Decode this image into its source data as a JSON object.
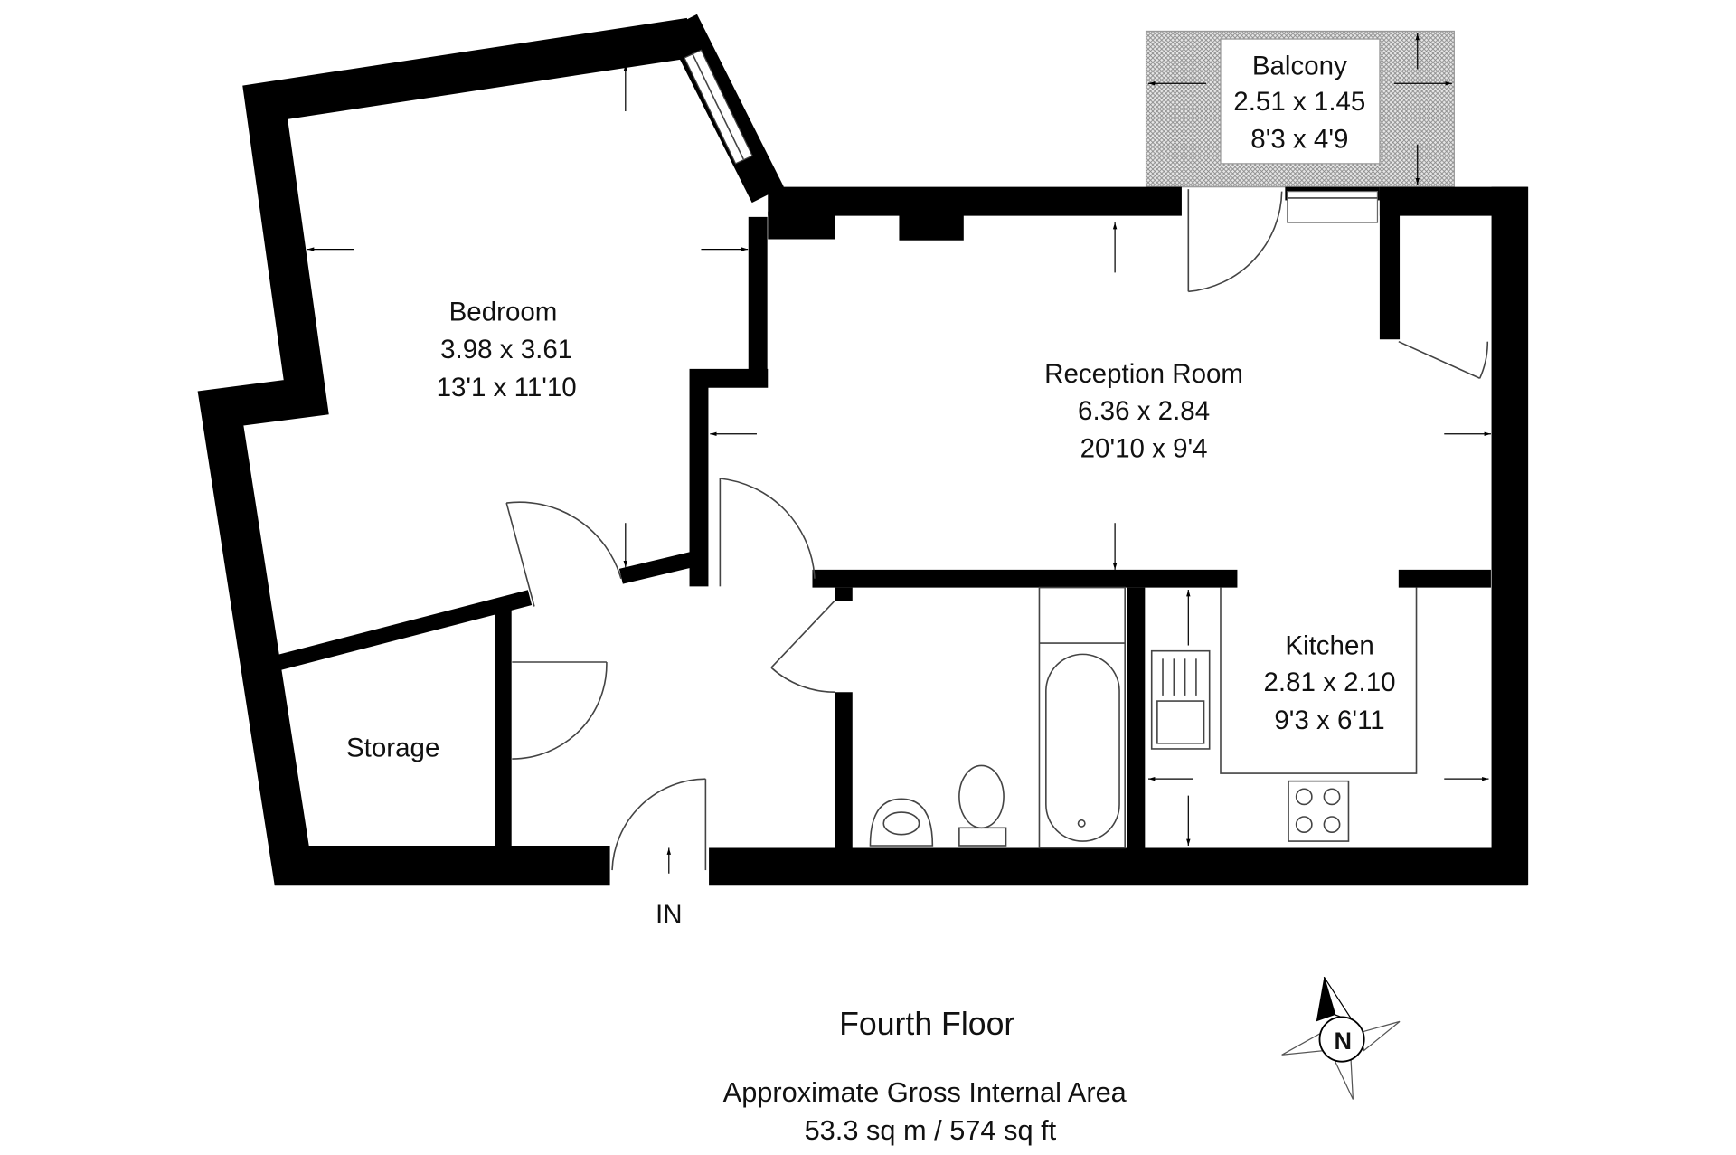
{
  "rooms": {
    "bedroom": {
      "name": "Bedroom",
      "metric": "3.98 x 3.61",
      "imperial": "13'1 x 11'10"
    },
    "reception": {
      "name": "Reception Room",
      "metric": "6.36 x 2.84",
      "imperial": "20'10 x 9'4"
    },
    "balcony": {
      "name": "Balcony",
      "metric": "2.51 x 1.45",
      "imperial": "8'3 x 4'9"
    },
    "kitchen": {
      "name": "Kitchen",
      "metric": "2.81 x 2.10",
      "imperial": "9'3 x 6'11"
    },
    "storage": {
      "name": "Storage"
    }
  },
  "entrance_label": "IN",
  "floor_title": "Fourth Floor",
  "area": {
    "label": "Approximate Gross Internal Area",
    "value": "53.3 sq m / 574 sq ft"
  },
  "compass": {
    "letter": "N"
  }
}
